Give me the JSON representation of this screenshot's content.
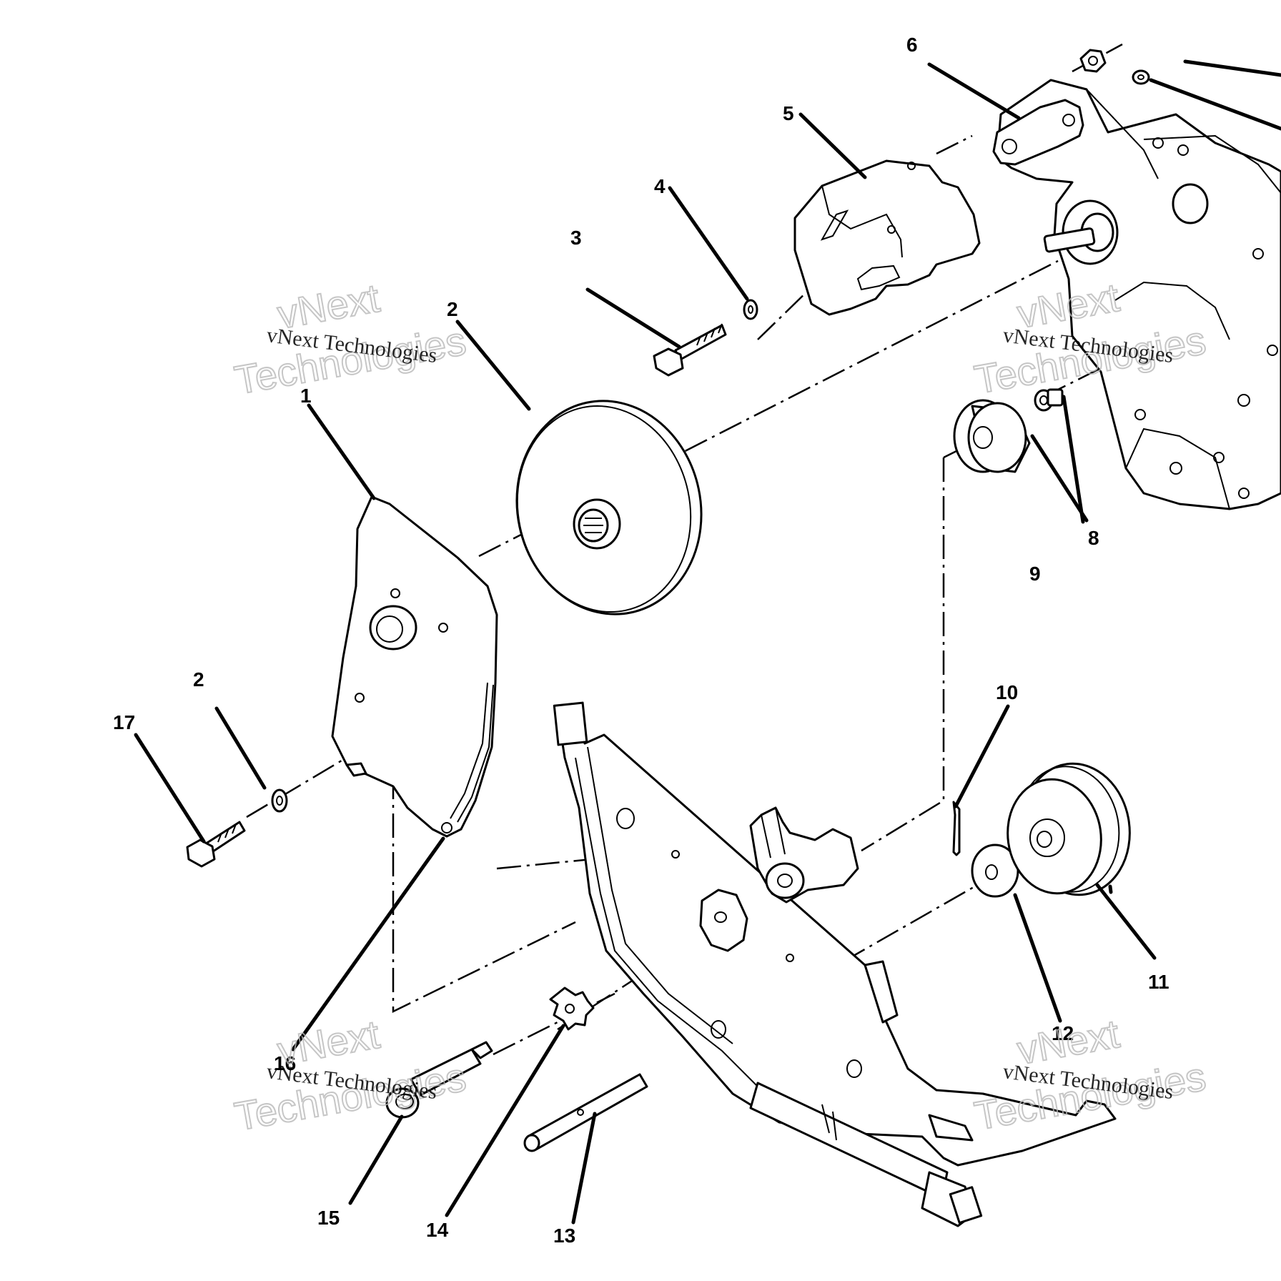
{
  "labels": {
    "l1": "1",
    "l2a": "2",
    "l2b": "2",
    "l3": "3",
    "l4": "4",
    "l5": "5",
    "l6": "6",
    "l8": "8",
    "l9": "9",
    "l10": "10",
    "l11": "11",
    "l12": "12",
    "l13": "13",
    "l14": "14",
    "l15": "15",
    "l16": "16",
    "l17": "17"
  },
  "watermark": {
    "small": "vNext Technologies",
    "big_top": "vNext",
    "big_bottom": "Technologies"
  }
}
